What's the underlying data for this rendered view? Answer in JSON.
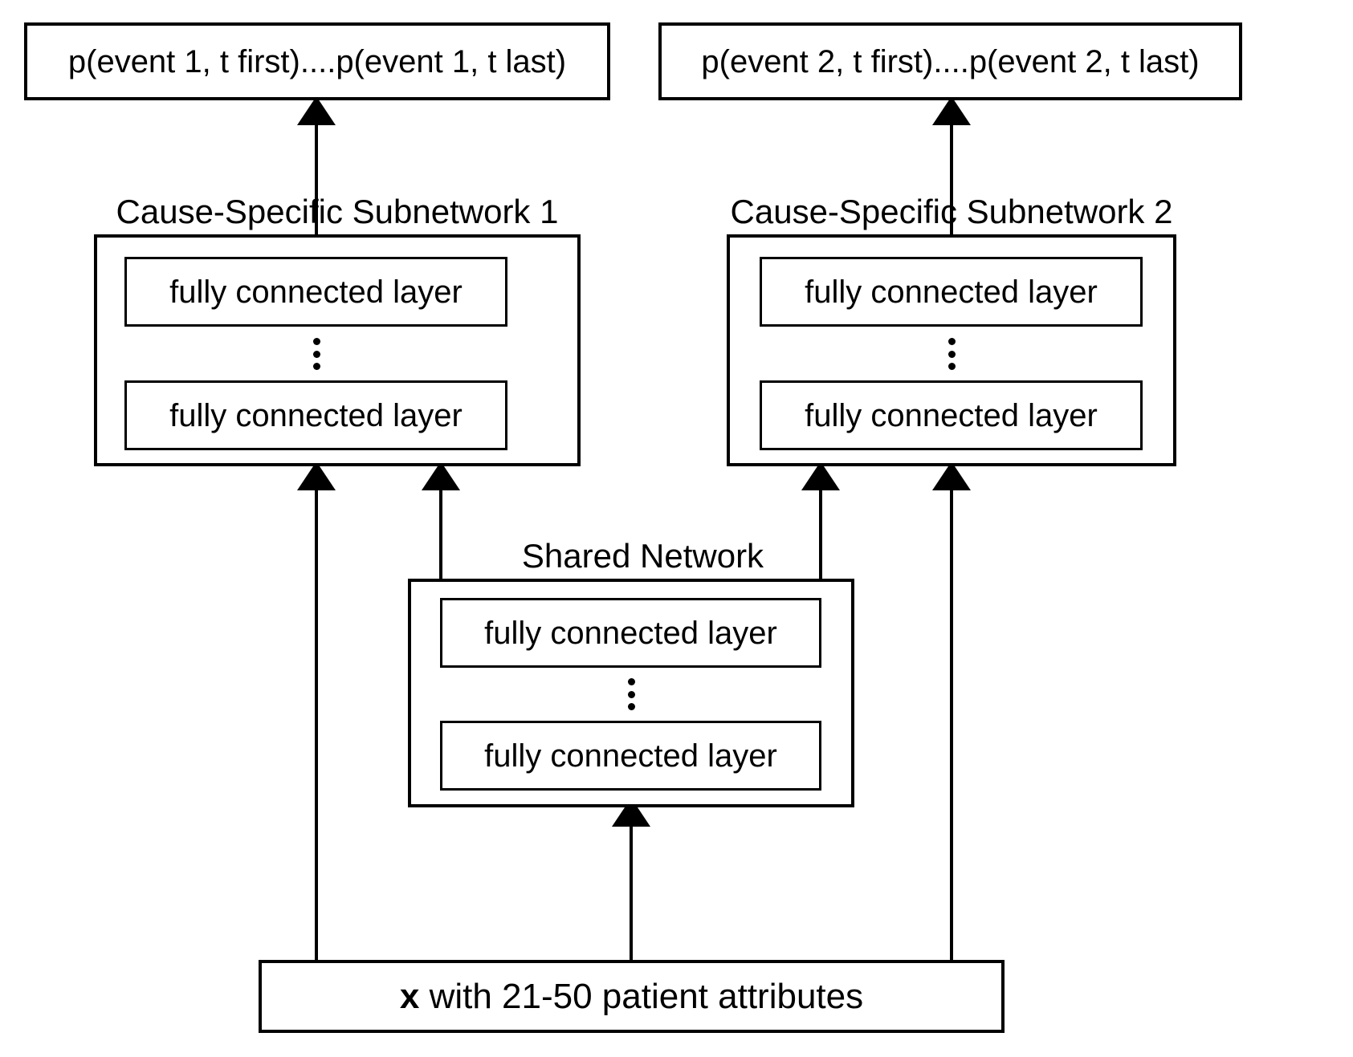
{
  "diagram": {
    "title": "Cause-specific deep neural network architecture",
    "stroke_color": "#000000",
    "background_color": "#ffffff",
    "outputs": [
      {
        "id": "output-1",
        "text": "p(event 1, t first)....p(event 1, t last)"
      },
      {
        "id": "output-2",
        "text": "p(event 2, t first)....p(event 2, t last)"
      }
    ],
    "subnetworks": [
      {
        "id": "cause-specific-subnetwork-1",
        "title": "Cause-Specific Subnetwork 1",
        "layers": [
          {
            "label": "fully connected layer"
          },
          {
            "label": "fully connected layer"
          }
        ],
        "ellipsis": "⋮"
      },
      {
        "id": "cause-specific-subnetwork-2",
        "title": "Cause-Specific Subnetwork 2",
        "layers": [
          {
            "label": "fully connected layer"
          },
          {
            "label": "fully connected layer"
          }
        ],
        "ellipsis": "⋮"
      }
    ],
    "shared_network": {
      "id": "shared-network",
      "title": "Shared Network",
      "layers": [
        {
          "label": "fully connected layer"
        },
        {
          "label": "fully connected layer"
        }
      ],
      "ellipsis": "⋮"
    },
    "input": {
      "id": "input-node",
      "bold_prefix": "x",
      "text": " with 21-50 patient attributes",
      "full_text": "x with 21-50 patient attributes"
    },
    "edges": [
      {
        "from": "cause-specific-subnetwork-1",
        "to": "output-1"
      },
      {
        "from": "cause-specific-subnetwork-2",
        "to": "output-2"
      },
      {
        "from": "shared-network",
        "to": "cause-specific-subnetwork-1"
      },
      {
        "from": "shared-network",
        "to": "cause-specific-subnetwork-2"
      },
      {
        "from": "input-node",
        "to": "cause-specific-subnetwork-1"
      },
      {
        "from": "input-node",
        "to": "cause-specific-subnetwork-2"
      },
      {
        "from": "input-node",
        "to": "shared-network"
      }
    ]
  }
}
